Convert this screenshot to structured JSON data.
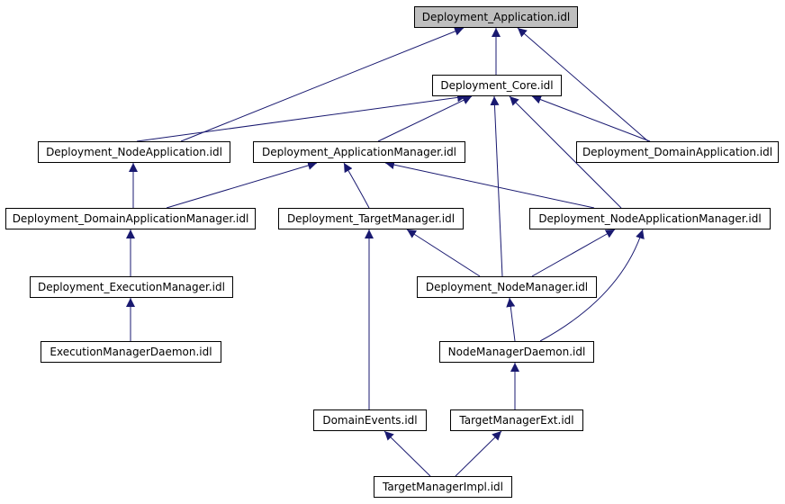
{
  "diagram": {
    "nodes": {
      "app": "Deployment_Application.idl",
      "core": "Deployment_Core.idl",
      "nodeapp": "Deployment_NodeApplication.idl",
      "appmgr": "Deployment_ApplicationManager.idl",
      "domainapp": "Deployment_DomainApplication.idl",
      "domappmgr": "Deployment_DomainApplicationManager.idl",
      "targetmgr": "Deployment_TargetManager.idl",
      "nodeappmgr": "Deployment_NodeApplicationManager.idl",
      "execmgr": "Deployment_ExecutionManager.idl",
      "nodemgr": "Deployment_NodeManager.idl",
      "execdaemon": "ExecutionManagerDaemon.idl",
      "nodedaemon": "NodeManagerDaemon.idl",
      "domainevents": "DomainEvents.idl",
      "targetext": "TargetManagerExt.idl",
      "targetimpl": "TargetManagerImpl.idl"
    },
    "edge_color": "#191970"
  }
}
